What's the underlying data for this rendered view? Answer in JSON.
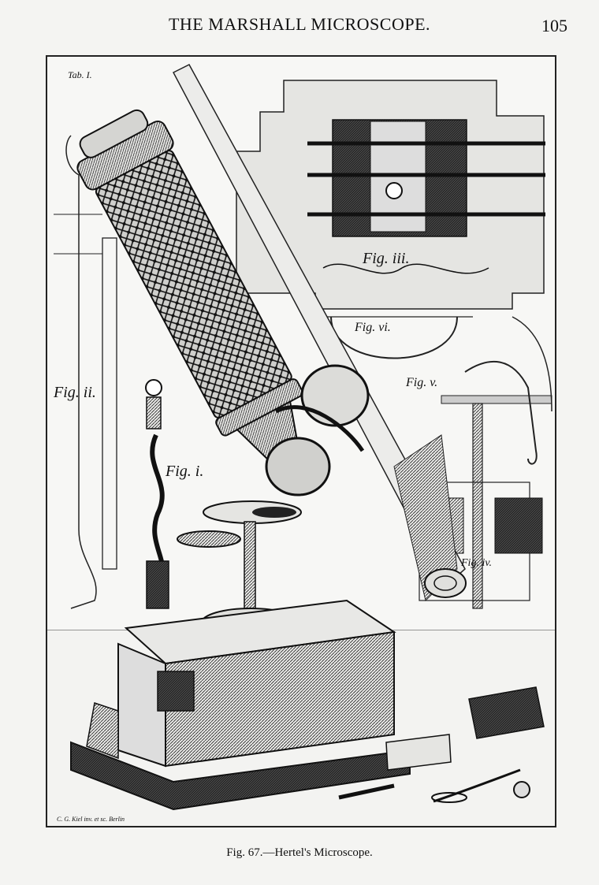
{
  "header": {
    "title": "THE MARSHALL MICROSCOPE.",
    "page_number": "105"
  },
  "plate": {
    "label": "Tab. I.",
    "engraver_credit": "C. G. Kiel inv. et sc. Berlin",
    "figure_labels": {
      "fig_i": "Fig. i.",
      "fig_ii": "Fig. ii.",
      "fig_iii": "Fig. iii.",
      "fig_iv": "Fig. iv.",
      "fig_v": "Fig. v.",
      "fig_vi": "Fig. vi."
    }
  },
  "caption": "Fig. 67.—Hertel's Microscope."
}
